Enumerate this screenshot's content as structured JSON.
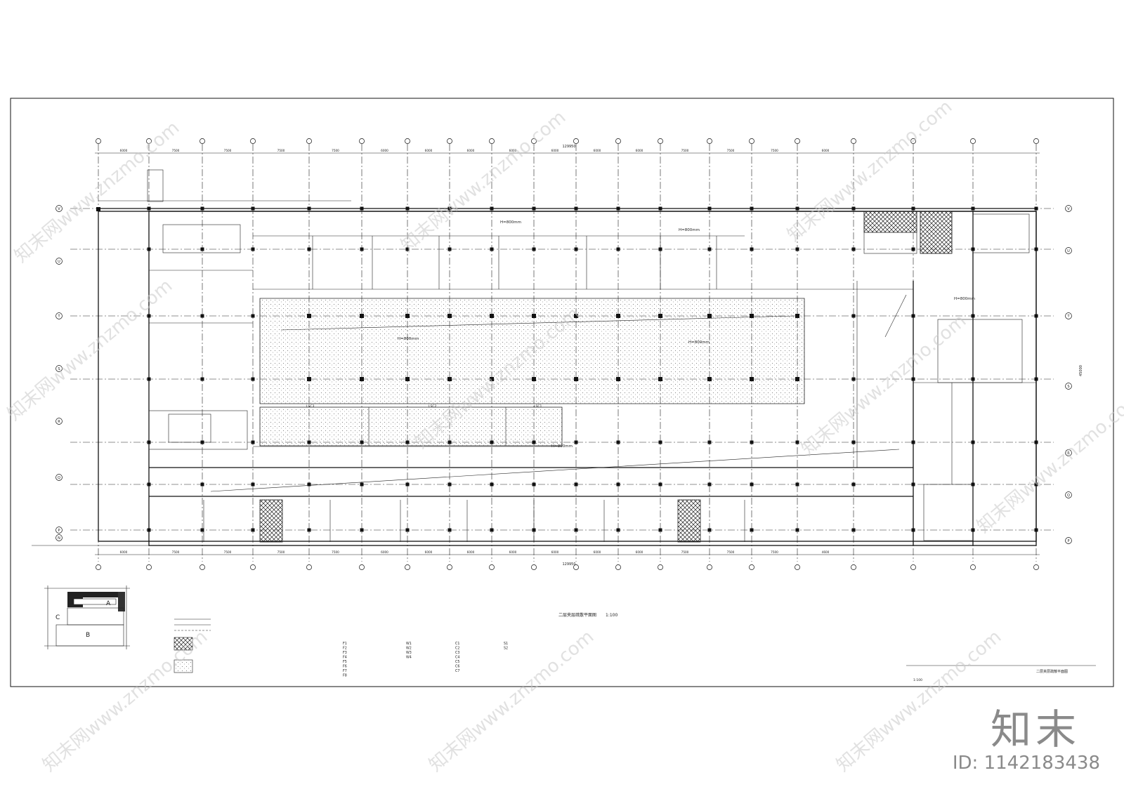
{
  "watermark": {
    "text": "知末网www.znzmo.com"
  },
  "brand": {
    "logo_text": "知末",
    "id_text": "ID: 1142183438"
  },
  "plan": {
    "overall_dim": "129950",
    "right_dim": "45000",
    "corridor_notes": [
      "H=800mm",
      "H=800mm",
      "H=800mm",
      "H=800mm",
      "H=800mm",
      "H=800mm"
    ],
    "top_dims": [
      "6000",
      "7500",
      "7500",
      "7500",
      "7500",
      "6000",
      "6000",
      "6000",
      "6000",
      "6000",
      "6000",
      "6000",
      "7500",
      "7500",
      "7500",
      "6000"
    ],
    "bottom_dims": [
      "6000",
      "7500",
      "7500",
      "7500",
      "7500",
      "6000",
      "6000",
      "6000",
      "6000",
      "6000",
      "6000",
      "6000",
      "7500",
      "7500",
      "7500",
      "4600"
    ],
    "row_axes": [
      "V",
      "U",
      "T",
      "S",
      "R",
      "Q",
      "P",
      "N"
    ],
    "right_row_axes": [
      "V",
      "U",
      "T",
      "S",
      "R",
      "Q",
      "P"
    ],
    "room_codes": [
      "LSC3",
      "LSC2",
      "LSC1"
    ]
  },
  "keyplan": {
    "zones": [
      "A",
      "B",
      "C"
    ]
  },
  "legend": {
    "heading": "二层夹层疏散平面图",
    "scale": "1:100",
    "s_codes": [
      "S1",
      "S2"
    ],
    "f_codes": [
      "F1",
      "F2",
      "F3",
      "F4",
      "F5",
      "F6",
      "F7",
      "F8"
    ],
    "w_codes": [
      "W1",
      "W2",
      "W3",
      "W4"
    ],
    "c_codes": [
      "C1",
      "C2",
      "C3",
      "C4",
      "C5",
      "C6",
      "C7"
    ]
  },
  "titleblock": {
    "title": "二层夹层疏散平面图",
    "scale": "1:100"
  }
}
